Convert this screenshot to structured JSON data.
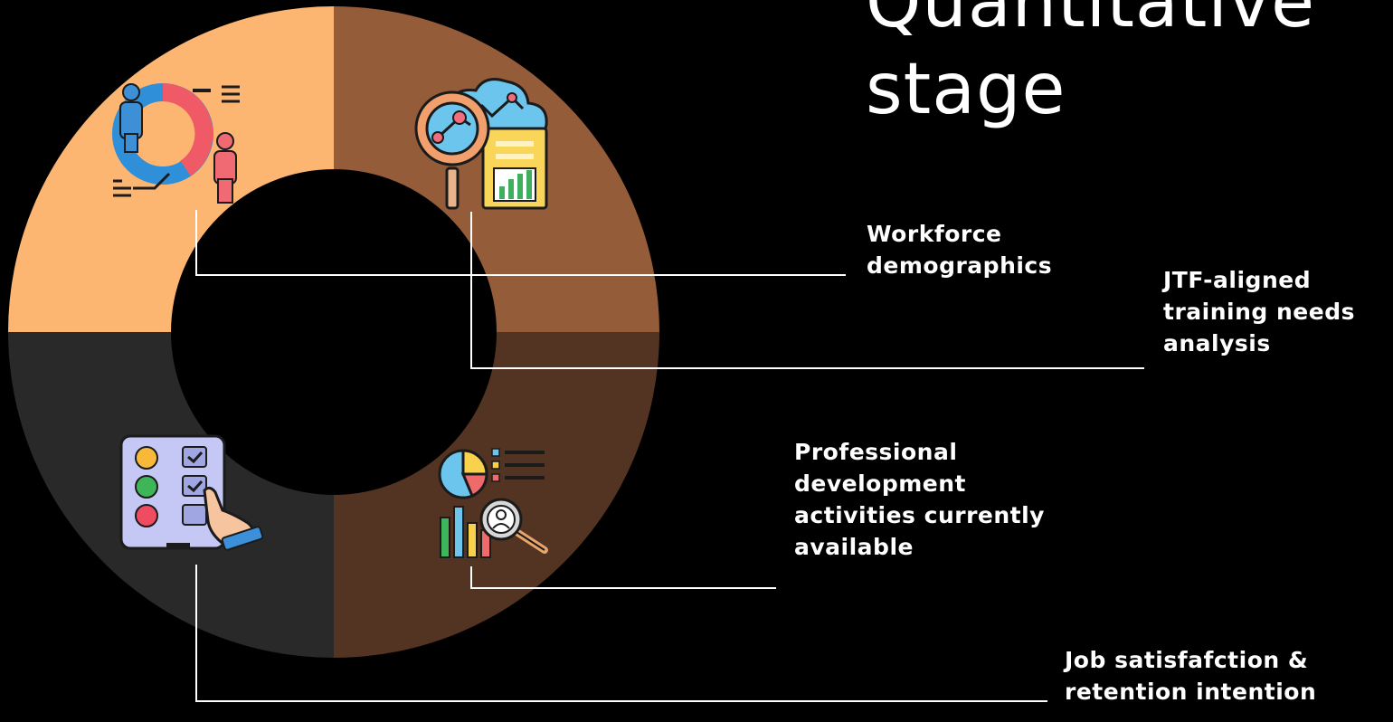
{
  "title": [
    "Quantitative",
    "stage"
  ],
  "segments": [
    {
      "id": "workforce-demographics",
      "color": "#fdb572",
      "icon": "demographics-icon",
      "label": [
        "Workforce",
        "demographics"
      ]
    },
    {
      "id": "jtf-training-needs",
      "color": "#945c39",
      "icon": "data-analysis-icon",
      "label": [
        "JTF-aligned",
        "training needs",
        "analysis"
      ]
    },
    {
      "id": "professional-development",
      "color": "#533321",
      "icon": "analytics-report-icon",
      "label": [
        "Professional",
        "development",
        "activities currently",
        "available"
      ]
    },
    {
      "id": "job-satisfaction",
      "color": "#292929",
      "icon": "satisfaction-survey-icon",
      "label": [
        "Job satisfafction &",
        "retention intention"
      ]
    }
  ],
  "colors": {
    "background": "#000000",
    "text": "#ffffff",
    "connector": "#ffffff"
  }
}
